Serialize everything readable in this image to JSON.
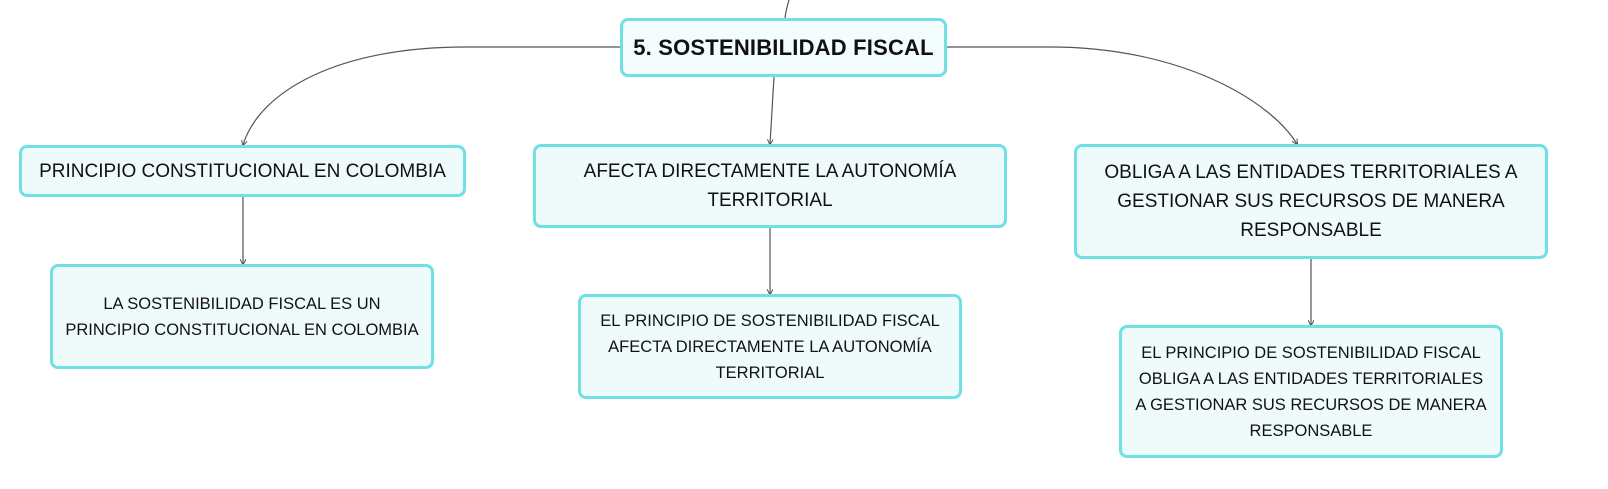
{
  "diagram": {
    "root": {
      "label": "5. SOSTENIBILIDAD FISCAL"
    },
    "branches": [
      {
        "label": "PRINCIPIO CONSTITUCIONAL EN COLOMBIA",
        "child": {
          "label": "LA SOSTENIBILIDAD FISCAL ES UN PRINCIPIO CONSTITUCIONAL EN COLOMBIA"
        }
      },
      {
        "label": "AFECTA DIRECTAMENTE LA AUTONOMÍA TERRITORIAL",
        "child": {
          "label": "EL PRINCIPIO DE SOSTENIBILIDAD FISCAL AFECTA DIRECTAMENTE LA AUTONOMÍA TERRITORIAL"
        }
      },
      {
        "label": "OBLIGA A LAS ENTIDADES TERRITORIALES A GESTIONAR SUS RECURSOS DE MANERA RESPONSABLE",
        "child": {
          "label": "EL PRINCIPIO DE SOSTENIBILIDAD FISCAL OBLIGA A LAS ENTIDADES TERRITORIALES A GESTIONAR SUS RECURSOS DE MANERA RESPONSABLE"
        }
      }
    ],
    "colors": {
      "node_fill": "#effbfb",
      "node_border": "#6fe0e3",
      "connector": "#555555",
      "text": "#111111"
    }
  }
}
